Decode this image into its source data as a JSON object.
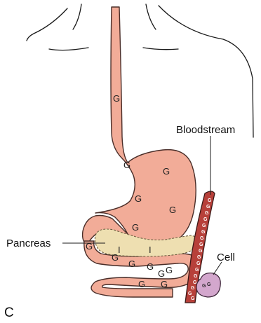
{
  "labels": {
    "bloodstream": "Bloodstream",
    "pancreas": "Pancreas",
    "cell": "Cell",
    "panel": "C"
  },
  "glucose_symbol": "G",
  "insulin_symbol": "I",
  "colors": {
    "organ_fill": "#f2ac98",
    "organ_stroke": "#4a2e29",
    "pancreas_fill": "#eedfb1",
    "vessel_fill": "#b7403a",
    "cell_fill": "#d3a7cd",
    "outline": "#1a1a1a"
  }
}
